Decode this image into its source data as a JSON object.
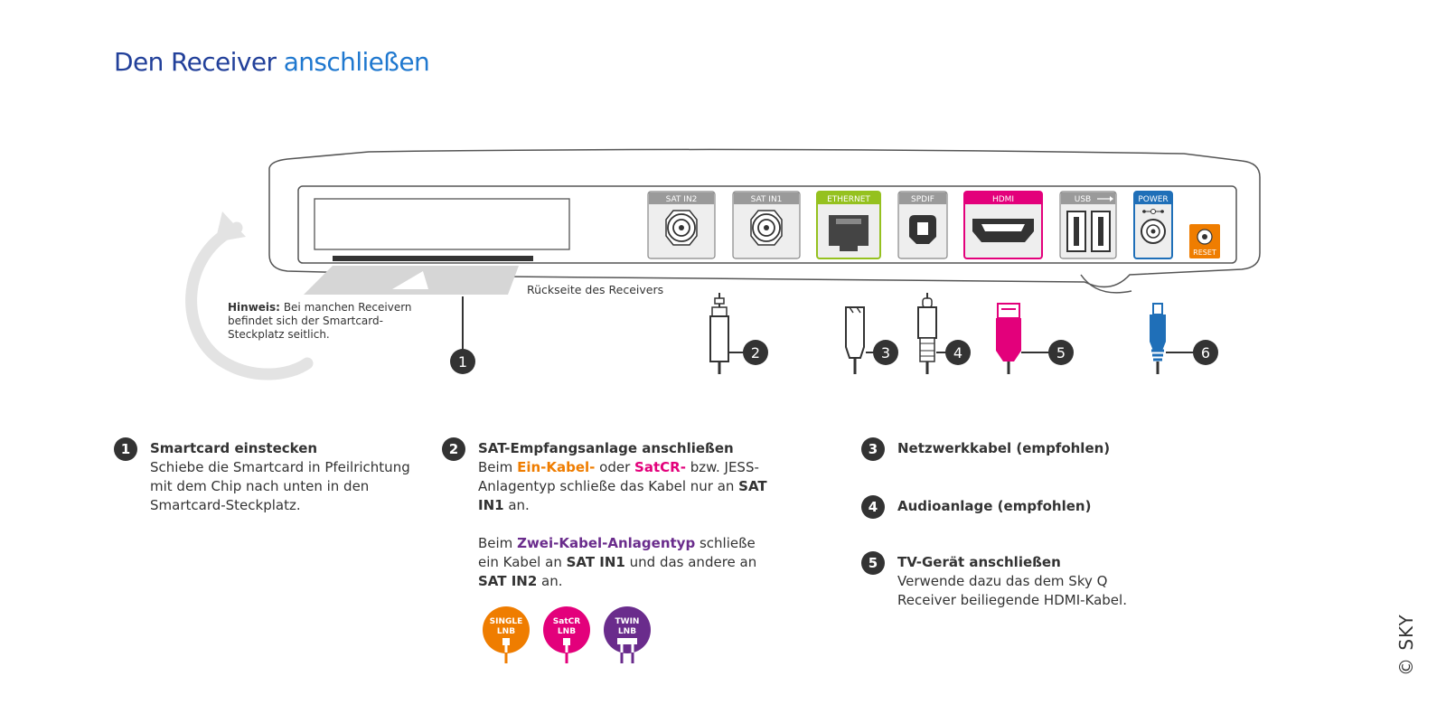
{
  "title": {
    "part1": "Den Receiver",
    "part2": "anschließen"
  },
  "receiver": {
    "rear_label": "Rückseite des Receivers",
    "ports": {
      "sat_in2": "SAT IN2",
      "sat_in1": "SAT IN1",
      "ethernet": "ETHERNET",
      "spdif": "SPDIF",
      "hdmi": "HDMI",
      "usb": "USB",
      "power": "POWER",
      "reset": "RESET"
    }
  },
  "note": {
    "label": "Hinweis:",
    "text": "Bei manchen Receivern befindet sich der Smartcard-Steckplatz seitlich."
  },
  "connector_numbers": [
    "1",
    "2",
    "3",
    "4",
    "5",
    "6"
  ],
  "steps": [
    {
      "num": "1",
      "heading": "Smartcard einstecken",
      "text": "Schiebe die Smartcard in Pfeilrichtung mit dem Chip nach unten in den Smartcard-Steckplatz."
    },
    {
      "num": "2",
      "heading": "SAT-Empfangsanlage anschließen",
      "p1": {
        "a": "Beim ",
        "b": "Ein-Kabel-",
        "c": " oder ",
        "d": "SatCR-",
        "e": " bzw. JESS-Anlagentyp schließe das Kabel nur an ",
        "f": "SAT IN1",
        "g": " an."
      },
      "p2": {
        "a": "Beim ",
        "b": "Zwei-Kabel-Anlagentyp",
        "c": " schließe ein Kabel an ",
        "d": "SAT IN1",
        "e": " und das andere an ",
        "f": "SAT IN2",
        "g": " an."
      },
      "lnb": [
        {
          "line1": "SINGLE",
          "line2": "LNB",
          "color": "#ef7d00"
        },
        {
          "line1": "SatCR",
          "line2": "LNB",
          "color": "#e3007b"
        },
        {
          "line1": "TWIN",
          "line2": "LNB",
          "color": "#6a2c8c"
        }
      ]
    },
    {
      "num": "3",
      "heading": "Netzwerkkabel (empfohlen)"
    },
    {
      "num": "4",
      "heading": "Audioanlage (empfohlen)"
    },
    {
      "num": "5",
      "heading": "TV-Gerät anschließen",
      "text": "Verwende dazu das dem Sky Q Receiver beiliegende HDMI-Kabel."
    }
  ],
  "copyright": "© SKY",
  "colors": {
    "title_dark": "#22409a",
    "title_light": "#1f78cf",
    "orange": "#ef7d00",
    "magenta": "#e3007b",
    "purple": "#6a2c8c",
    "ethernet": "#95c11f",
    "power": "#1f6fb8"
  }
}
